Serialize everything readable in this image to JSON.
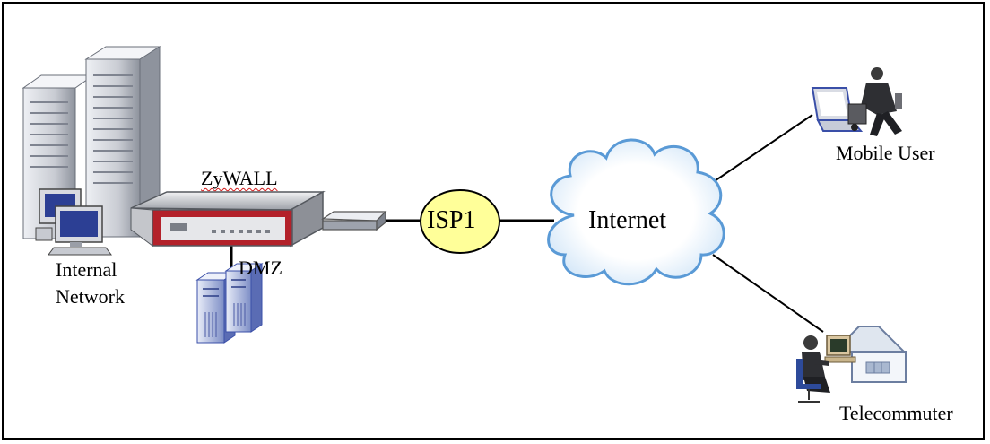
{
  "labels": {
    "zywall": "ZyWALL",
    "internal_network_line1": "Internal",
    "internal_network_line2": "Network",
    "dmz": "DMZ",
    "isp": "ISP1",
    "internet": "Internet",
    "mobile_user": "Mobile User",
    "telecommuter": "Telecommuter"
  },
  "icons": {
    "servers": "server-tower-icon",
    "workstation": "desktop-computer-icon",
    "firewall": "firewall-appliance-icon",
    "modem": "modem-icon",
    "dmz_server": "dmz-server-icon",
    "cloud": "cloud-icon",
    "laptop_user": "laptop-traveler-icon",
    "home_office": "home-office-icon"
  },
  "colors": {
    "frame": "#000000",
    "isp_fill": "#ffff99",
    "cloud_stroke": "#5a9ad6",
    "appliance_red": "#b3212a",
    "server_gray": "#c9ccd3",
    "server_blue": "#3a4fa8"
  }
}
